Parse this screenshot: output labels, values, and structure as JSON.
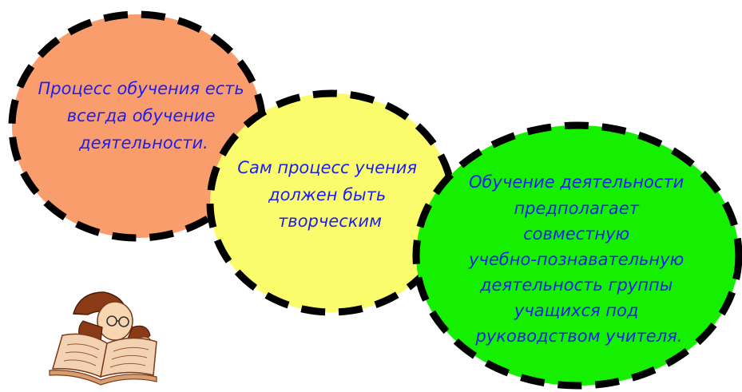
{
  "bubbles": [
    {
      "id": "learning-activity",
      "lines": [
        "Процесс обучения есть",
        "всегда обучение",
        "деятельности."
      ],
      "fill": "#fa9d6c"
    },
    {
      "id": "creative-process",
      "lines": [
        "Сам процесс учения",
        "должен быть",
        "творческим"
      ],
      "fill": "#fbfc6b"
    },
    {
      "id": "joint-activity",
      "lines": [
        "Обучение деятельности",
        "предполагает",
        "совместную",
        "учебно-познавательную",
        "деятельность группы",
        "учащихся под",
        "руководством учителя."
      ],
      "fill": "#14f000"
    }
  ],
  "colors": {
    "text": "#1d1ef0",
    "border": "#000000",
    "background": "#ffffff"
  },
  "illustration": {
    "icon": "reading-student-icon"
  }
}
